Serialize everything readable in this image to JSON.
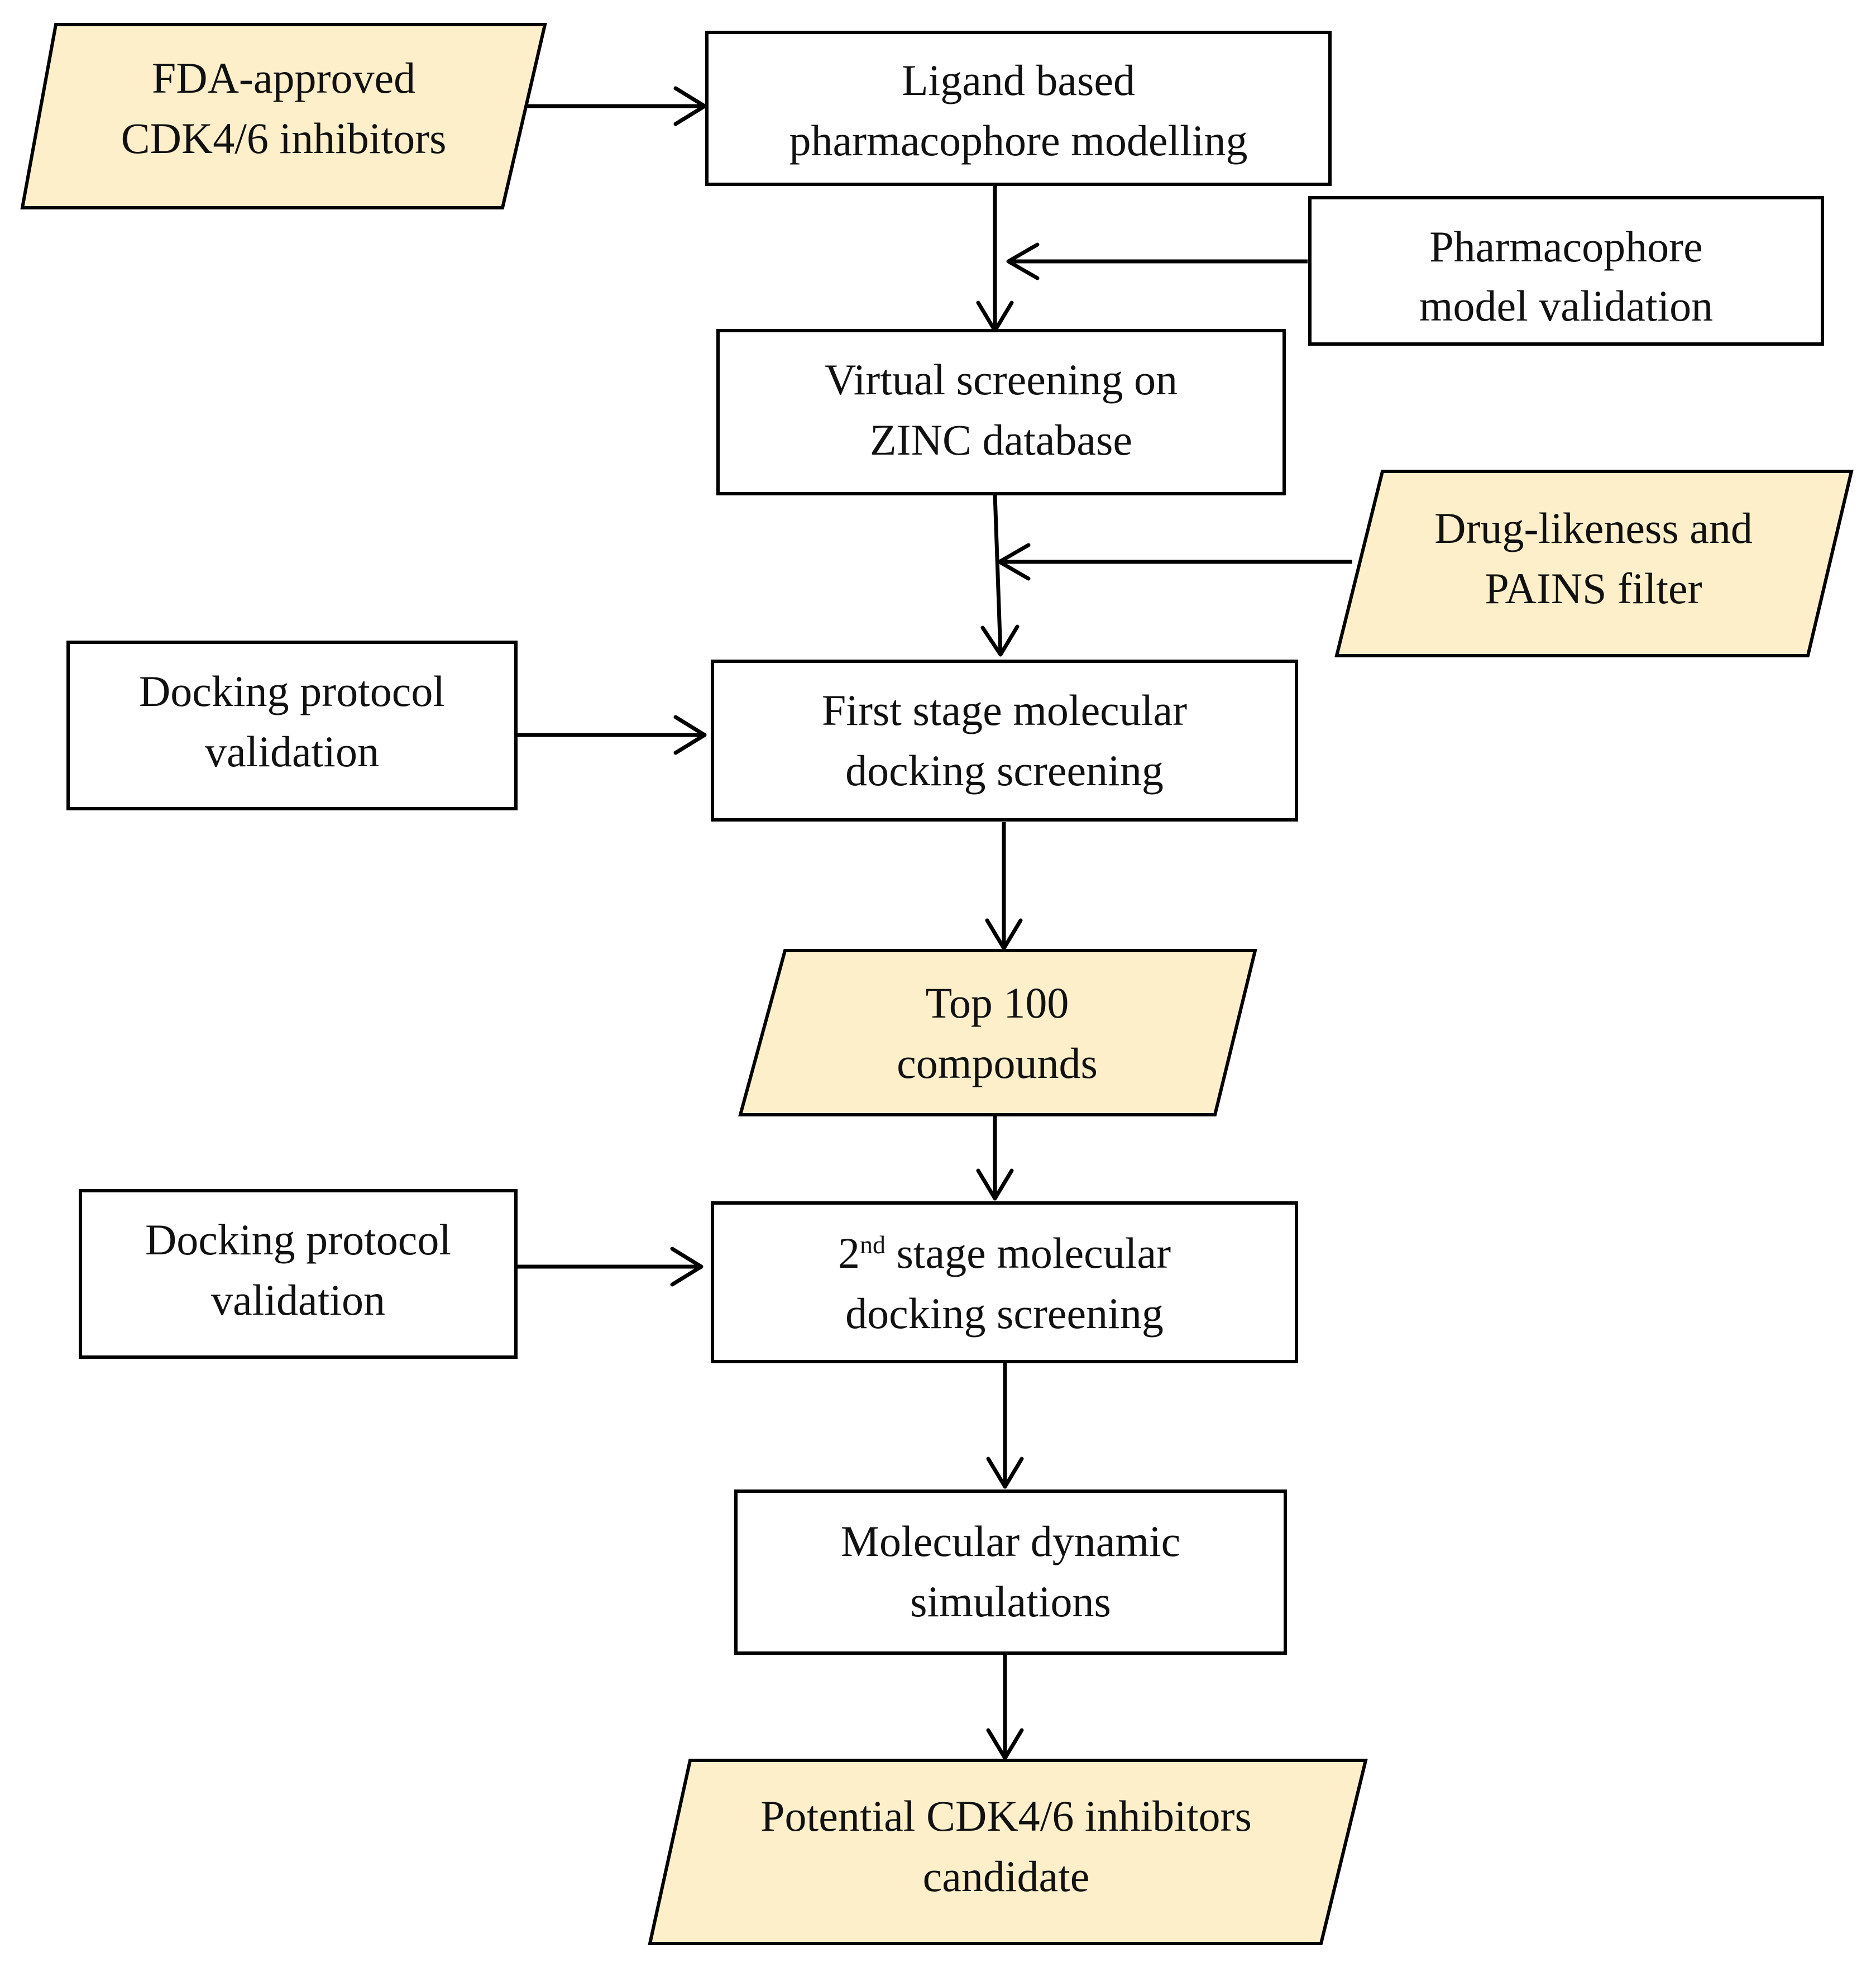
{
  "diagram": {
    "colors": {
      "io_fill": "#fdefc9",
      "process_fill": "#ffffff",
      "stroke": "#000000"
    },
    "nodes": {
      "fda_inhibitors": {
        "line1": "FDA-approved",
        "line2": "CDK4/6 inhibitors"
      },
      "pharmacophore_modelling": {
        "line1": "Ligand based",
        "line2": "pharmacophore modelling"
      },
      "pharmacophore_validation": {
        "line1": "Pharmacophore",
        "line2": "model validation"
      },
      "virtual_screening": {
        "line1": "Virtual screening on",
        "line2": "ZINC database"
      },
      "druglikeness_filter": {
        "line1": "Drug-likeness and",
        "line2": "PAINS filter"
      },
      "docking_validation_1": {
        "line1": "Docking protocol",
        "line2": "validation"
      },
      "first_stage_docking": {
        "line1": "First stage molecular",
        "line2": "docking screening"
      },
      "top_100": {
        "line1": "Top 100",
        "line2": "compounds"
      },
      "docking_validation_2": {
        "line1": "Docking protocol",
        "line2": "validation"
      },
      "second_stage_docking": {
        "line1_number": "2",
        "line1_sup": "nd",
        "line1_rest": " stage molecular",
        "line2": "docking screening"
      },
      "md_simulations": {
        "line1": "Molecular dynamic",
        "line2": "simulations"
      },
      "potential_candidates": {
        "line1": "Potential CDK4/6 inhibitors",
        "line2": "candidate"
      }
    }
  }
}
